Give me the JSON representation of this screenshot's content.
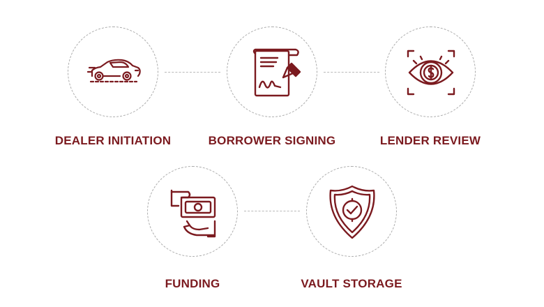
{
  "colors": {
    "accent": "#7b1a1f",
    "ring": "#a9a9a9"
  },
  "steps": [
    {
      "label": "DEALER INITIATION",
      "icon": "car-icon"
    },
    {
      "label": "BORROWER SIGNING",
      "icon": "signed-document-icon"
    },
    {
      "label": "LENDER REVIEW",
      "icon": "eye-dollar-scan-icon"
    },
    {
      "label": "FUNDING",
      "icon": "hand-money-icon"
    },
    {
      "label": "VAULT STORAGE",
      "icon": "shield-check-icon"
    }
  ]
}
